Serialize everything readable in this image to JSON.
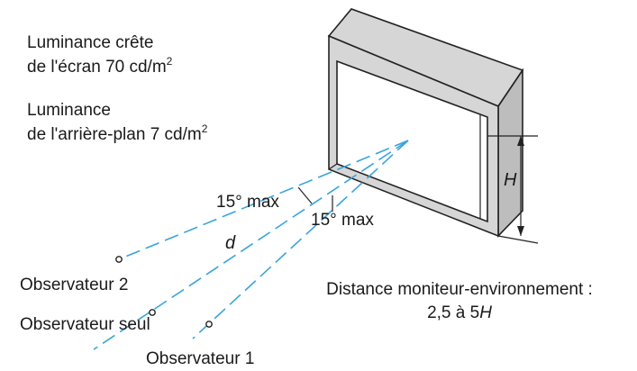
{
  "labels": {
    "peak_luminance_line1": "Luminance crête",
    "peak_luminance_line2": "de l'écran 70 cd/m",
    "background_luminance_line1": "Luminance",
    "background_luminance_line2": "de l'arrière-plan 7 cd/m",
    "squared_superscript": "2",
    "angle_upper": "15° max",
    "angle_lower": "15° max",
    "distance_symbol": "d",
    "height_symbol": "H",
    "observer_2": "Observateur 2",
    "observer_alone": "Observateur seul",
    "observer_1": "Observateur 1",
    "distance_caption_line1": "Distance moniteur-environnement :",
    "distance_caption_line2_prefix": "2,5 à 5",
    "distance_caption_line2_symbol": "H"
  },
  "colors": {
    "sight_lines": "#3aa3dc",
    "monitor_face": "#d6d6d6",
    "monitor_side": "#bdbdbd",
    "screen": "#ffffff"
  }
}
